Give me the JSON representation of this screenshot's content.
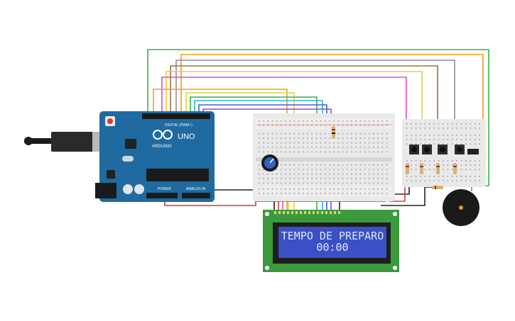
{
  "board": {
    "logo_text": "ARDUINO",
    "model_text": "UNO",
    "digital_label": "DIGITAL (PWM~)",
    "power_label": "POWER",
    "analog_label": "ANALOG IN"
  },
  "lcd": {
    "line1": "TEMPO DE PREPARO",
    "line2": "00:00"
  },
  "colors": {
    "board": "#1f6aa0",
    "breadboard": "#e9e9e9",
    "lcd_pcb": "#3c9a3c",
    "lcd_screen": "#3a50c4",
    "buzzer": "#1a1a1a"
  }
}
